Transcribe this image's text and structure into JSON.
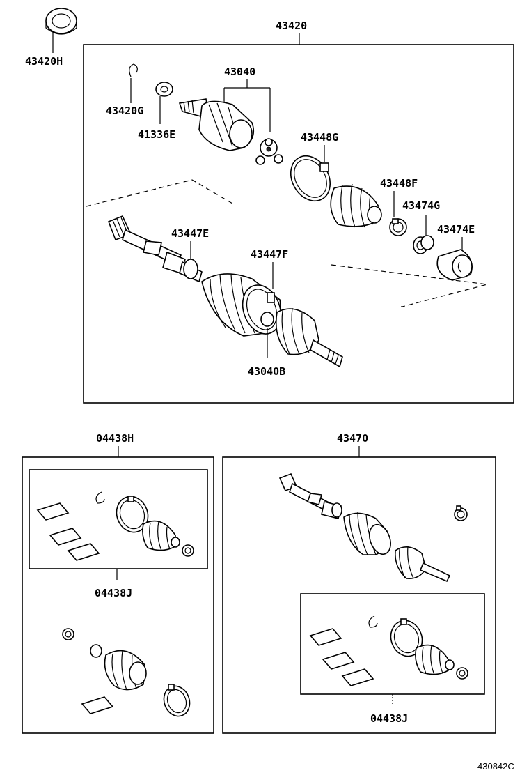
{
  "diagram": {
    "labels": {
      "p43420": "43420",
      "p43420H": "43420H",
      "p43420G": "43420G",
      "p41336E": "41336E",
      "p43040": "43040",
      "p43448G": "43448G",
      "p43448F": "43448F",
      "p43474G": "43474G",
      "p43474E": "43474E",
      "p43447E": "43447E",
      "p43447F": "43447F",
      "p43040B": "43040B",
      "p04438H": "04438H",
      "p04438J_left": "04438J",
      "p43470": "43470",
      "p04438J_right": "04438J"
    },
    "figure_code": "430842C"
  }
}
